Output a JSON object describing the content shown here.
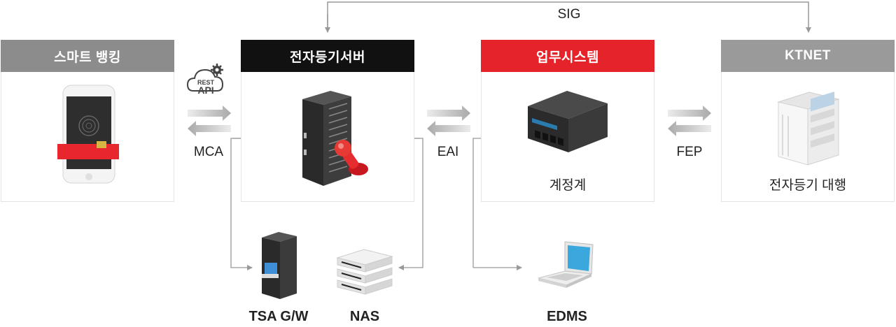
{
  "colors": {
    "gray_header": "#8c8c8c",
    "black_header": "#111111",
    "red_header": "#e4232b",
    "ktnet_header": "#9a9a9a",
    "line": "#999999"
  },
  "top_link": {
    "label": "SIG"
  },
  "boxes": {
    "smart_banking": {
      "title": "스마트 뱅킹"
    },
    "edoc_server": {
      "title": "전자등기서버"
    },
    "business_system": {
      "title": "업무시스템",
      "caption": "계정계"
    },
    "ktnet": {
      "title": "KTNET",
      "caption": "전자등기 대행"
    }
  },
  "rest_api": {
    "line1": "REST",
    "line2": "API"
  },
  "connectors": {
    "mca": "MCA",
    "eai": "EAI",
    "fep": "FEP"
  },
  "devices": {
    "tsa": "TSA G/W",
    "nas": "NAS",
    "edms": "EDMS"
  },
  "icons": [
    "smartphone-icon",
    "server-rack-icon",
    "stamp-icon",
    "nas-server-icon",
    "cabinet-icon",
    "cloud-gear-icon",
    "laptop-icon",
    "arrow-icon"
  ]
}
